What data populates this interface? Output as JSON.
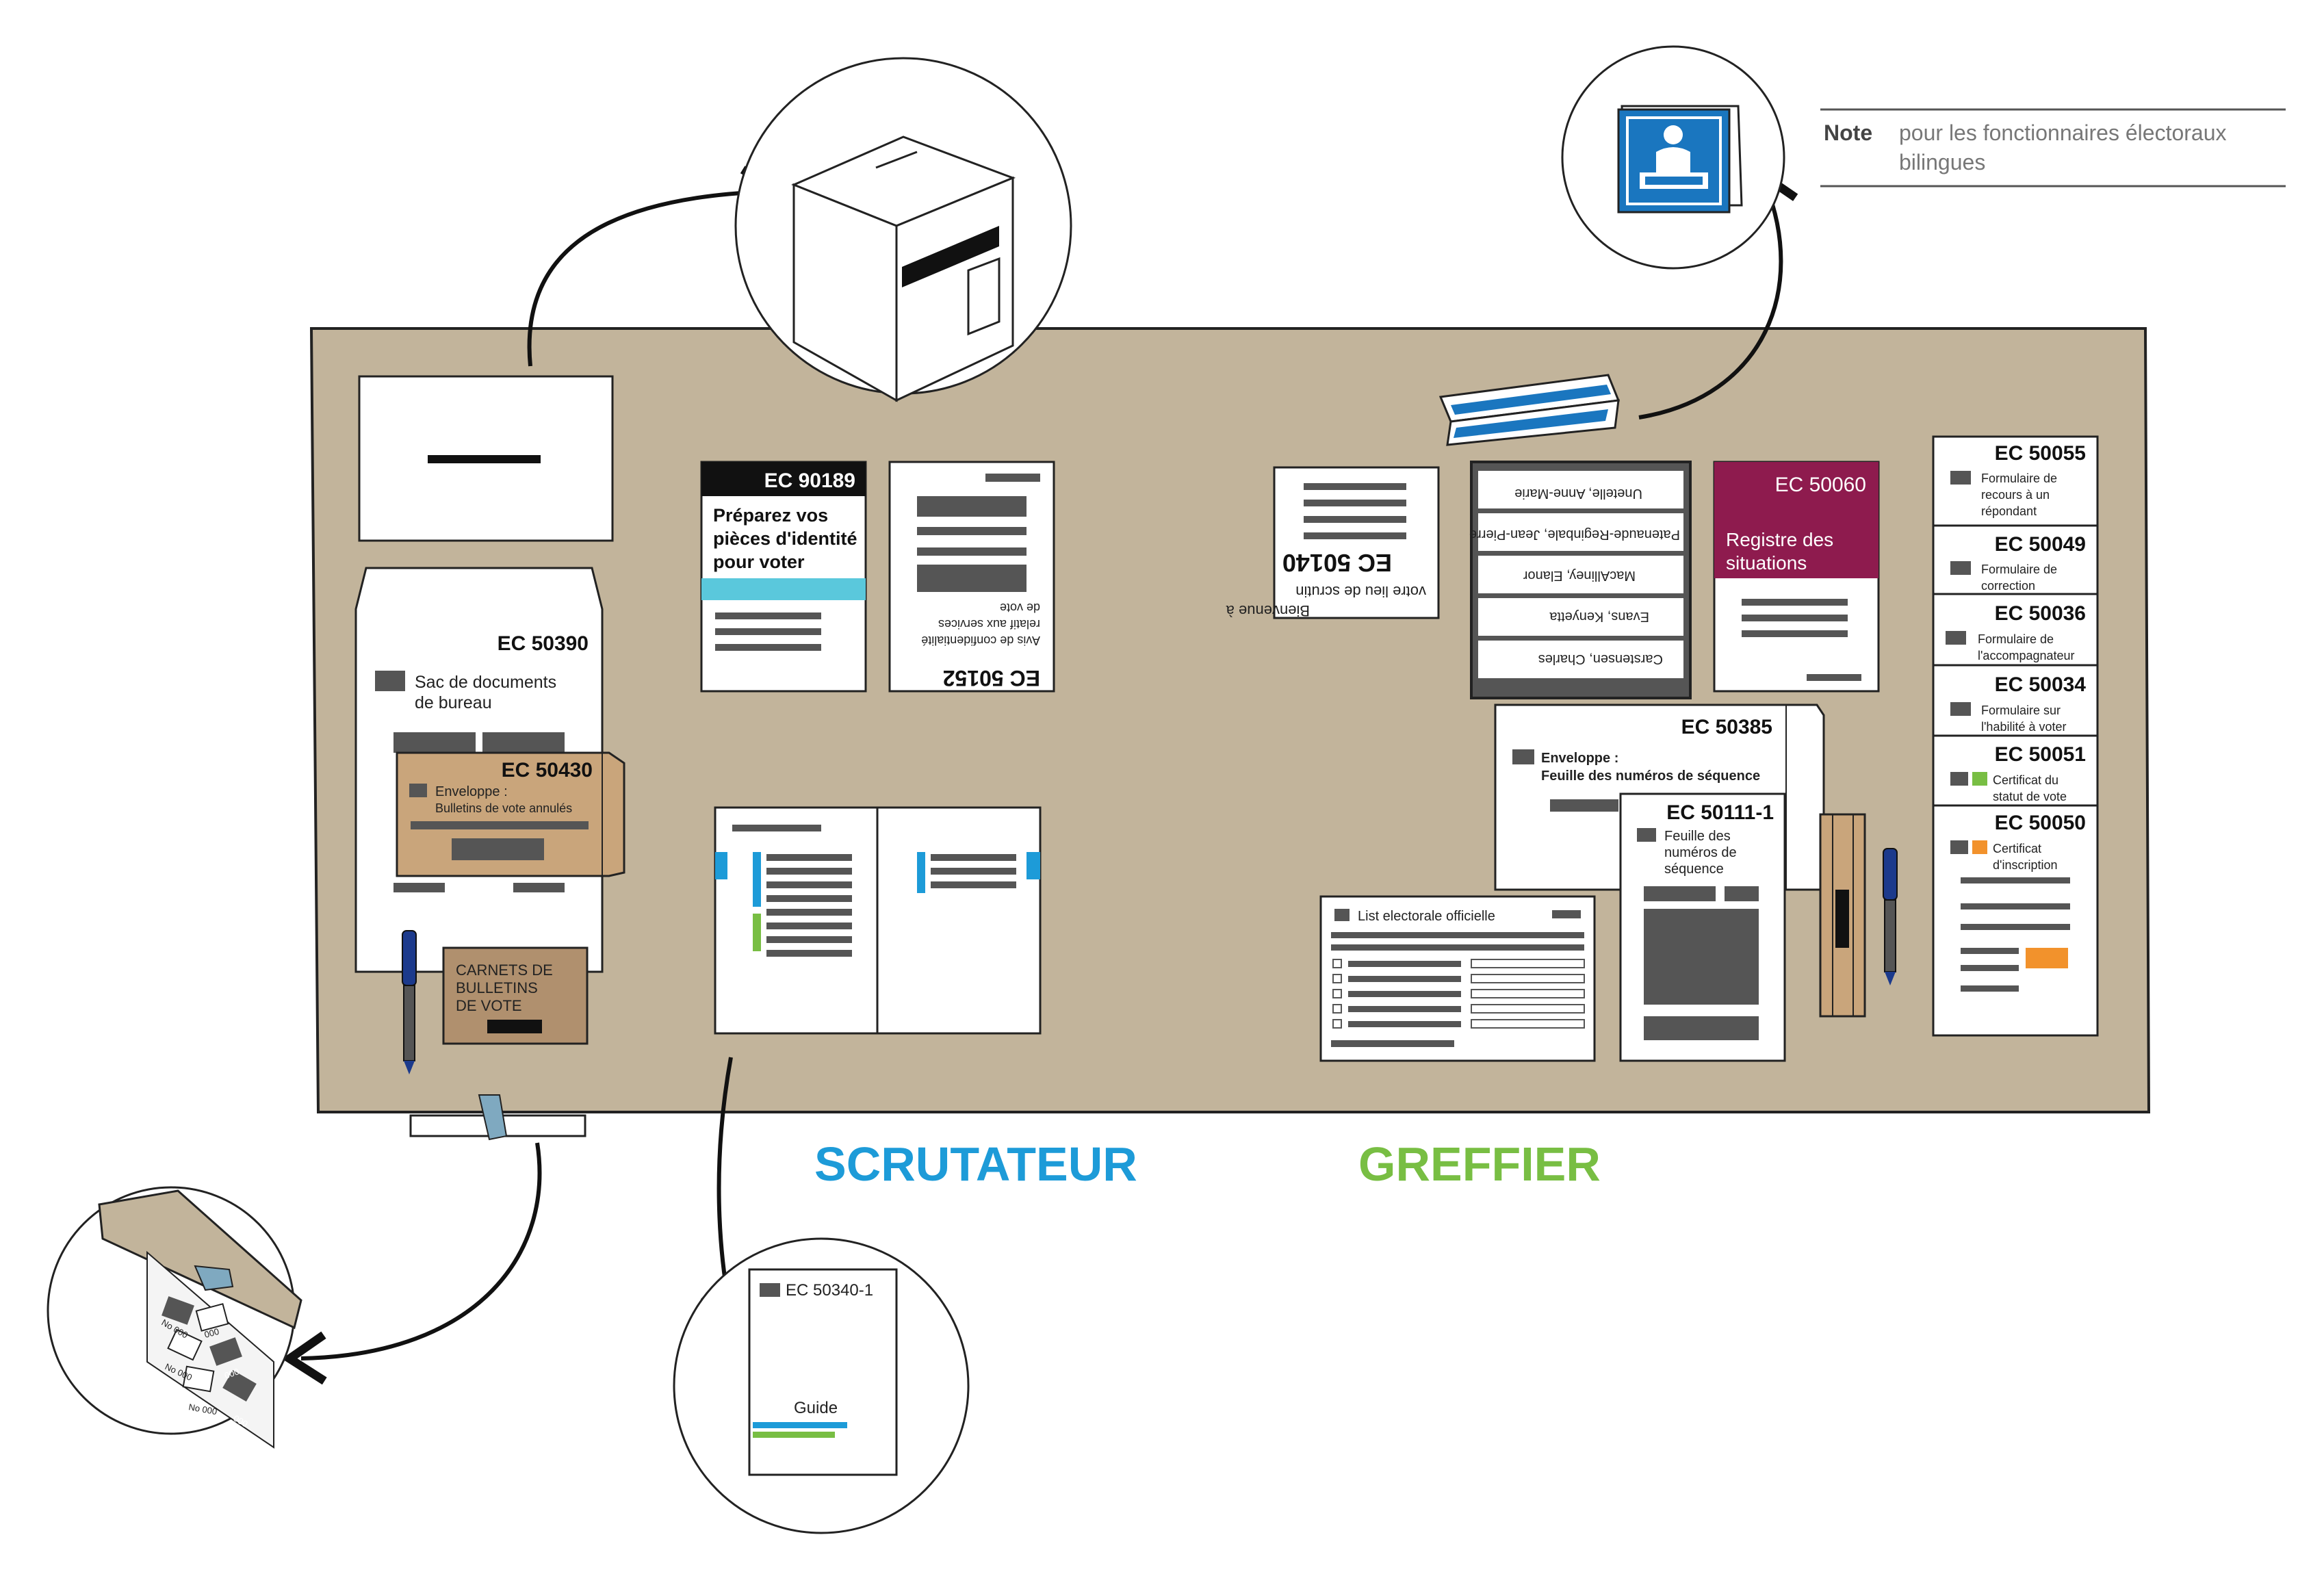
{
  "note": {
    "label": "Note",
    "text_line1": "pour les fonctionnaires électoraux",
    "text_line2": "bilingues"
  },
  "roles": {
    "scrutateur": "SCRUTATEUR",
    "greffier": "GREFFIER"
  },
  "colors": {
    "table": "#c2b49b",
    "scrutateur": "#1d9bd8",
    "greffier": "#78be43",
    "maroon": "#8e1b4e",
    "cyan": "#5ac8dc",
    "orange": "#f2922c",
    "green": "#78be43",
    "blue_sign": "#1a76bf",
    "kraft": "#c9a57b"
  },
  "items": {
    "ec50390": {
      "code": "EC 50390",
      "line1": "Sac de documents",
      "line2": "de bureau"
    },
    "ec50430": {
      "code": "EC 50430",
      "line1": "Enveloppe :",
      "line2": "Bulletins de vote annulés"
    },
    "carnets": {
      "line1": "CARNETS DE",
      "line2": "BULLETINS",
      "line3": "DE VOTE"
    },
    "ec90189": {
      "code": "EC 90189",
      "line1": "Préparez vos",
      "line2": "pièces d'identité",
      "line3": "pour voter"
    },
    "ec50152": {
      "code": "EC 50152",
      "line1": "Avis de confidentialité",
      "line2": "relatif aux services",
      "line3": "de vote"
    },
    "ec50140": {
      "code": "EC 50140",
      "line1": "Bienvenue à",
      "line2": "votre lieu de scrutin"
    },
    "names": [
      "Unetelle, Anne-Marie",
      "Patenaude-Reginbale, Jean-Pierre",
      "MacAlliney, Elanor",
      "Evans, Kenyetta",
      "Carstensen, Charles"
    ],
    "ec50060": {
      "code": "EC 50060",
      "line1": "Registre des",
      "line2": "situations"
    },
    "ec50385": {
      "code": "EC 50385",
      "line1": "Enveloppe :",
      "line2": "Feuille des numéros de séquence"
    },
    "ec50111": {
      "code": "EC 50111-1",
      "line1": "Feuille des",
      "line2": "numéros de",
      "line3": "séquence"
    },
    "liste": {
      "title": "List electorale officielle"
    },
    "ec50055": {
      "code": "EC 50055",
      "line1": "Formulaire de",
      "line2": "recours à un",
      "line3": "répondant"
    },
    "ec50049": {
      "code": "EC 50049",
      "line1": "Formulaire de",
      "line2": "correction"
    },
    "ec50036": {
      "code": "EC 50036",
      "line1": "Formulaire de",
      "line2": "l'accompagnateur"
    },
    "ec50034": {
      "code": "EC 50034",
      "line1": "Formulaire sur",
      "line2": "l'habilité à voter"
    },
    "ec50051": {
      "code": "EC 50051",
      "line1": "Certificat du",
      "line2": "statut de vote"
    },
    "ec50050": {
      "code": "EC 50050",
      "line1": "Certificat",
      "line2": "d'inscription"
    },
    "guide": {
      "code": "EC 50340-1",
      "title": "Guide"
    },
    "spoiled": [
      "No 000",
      "000",
      "No 000",
      "000",
      "No 000",
      "000"
    ]
  }
}
